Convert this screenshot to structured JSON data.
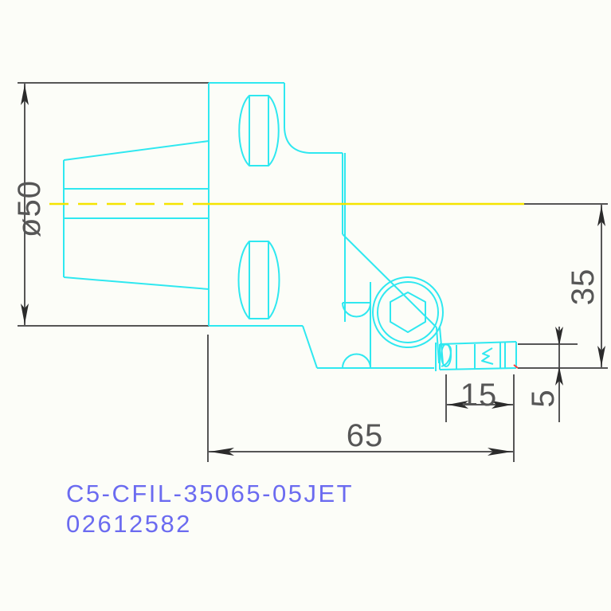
{
  "drawing": {
    "type": "engineering-drawing",
    "background_color": "#fcfdf8",
    "geometry_color": "#2fe8f0",
    "centerline_color": "#f5e400",
    "dimension_color": "#565656",
    "label_color": "#6b6bf0",
    "title": "C5-CFIL-35065-05JET"
  },
  "labels": {
    "part_designation": "C5-CFIL-35065-05JET",
    "part_number": "02612582"
  },
  "dimensions": {
    "diameter": {
      "name": "shank-diameter",
      "text": "ø50",
      "value": 50,
      "unit": "mm",
      "orientation": "vertical-rotated",
      "position": "left"
    },
    "height": {
      "name": "head-height",
      "text": "35",
      "value": 35,
      "unit": "mm",
      "orientation": "vertical-rotated",
      "position": "right"
    },
    "overall_length": {
      "name": "overall-length",
      "text": "65",
      "value": 65,
      "unit": "mm",
      "orientation": "horizontal",
      "position": "bottom"
    },
    "insert_length": {
      "name": "insert-length",
      "text": "15",
      "value": 15,
      "unit": "mm",
      "orientation": "horizontal",
      "position": "bottom"
    },
    "insert_width": {
      "name": "insert-width",
      "text": "5",
      "value": 5,
      "unit": "mm",
      "orientation": "vertical-rotated",
      "position": "right"
    }
  },
  "features": [
    {
      "name": "tapered-shank",
      "description": "Coromant Capto C5 polygonal taper shank"
    },
    {
      "name": "flange-body",
      "description": "Flange with two oval drive slots"
    },
    {
      "name": "upper-oval-slot",
      "description": "Oval coolant/drive slot upper"
    },
    {
      "name": "lower-oval-slot",
      "description": "Oval coolant/drive slot lower"
    },
    {
      "name": "clamping-screw",
      "description": "Hex socket clamping screw"
    },
    {
      "name": "coolant-channel",
      "description": "Internal coolant channel with arcs"
    },
    {
      "name": "cutting-insert",
      "description": "Parting/grooving insert at tip"
    },
    {
      "name": "axis-centerline",
      "description": "Horizontal rotation axis"
    }
  ]
}
